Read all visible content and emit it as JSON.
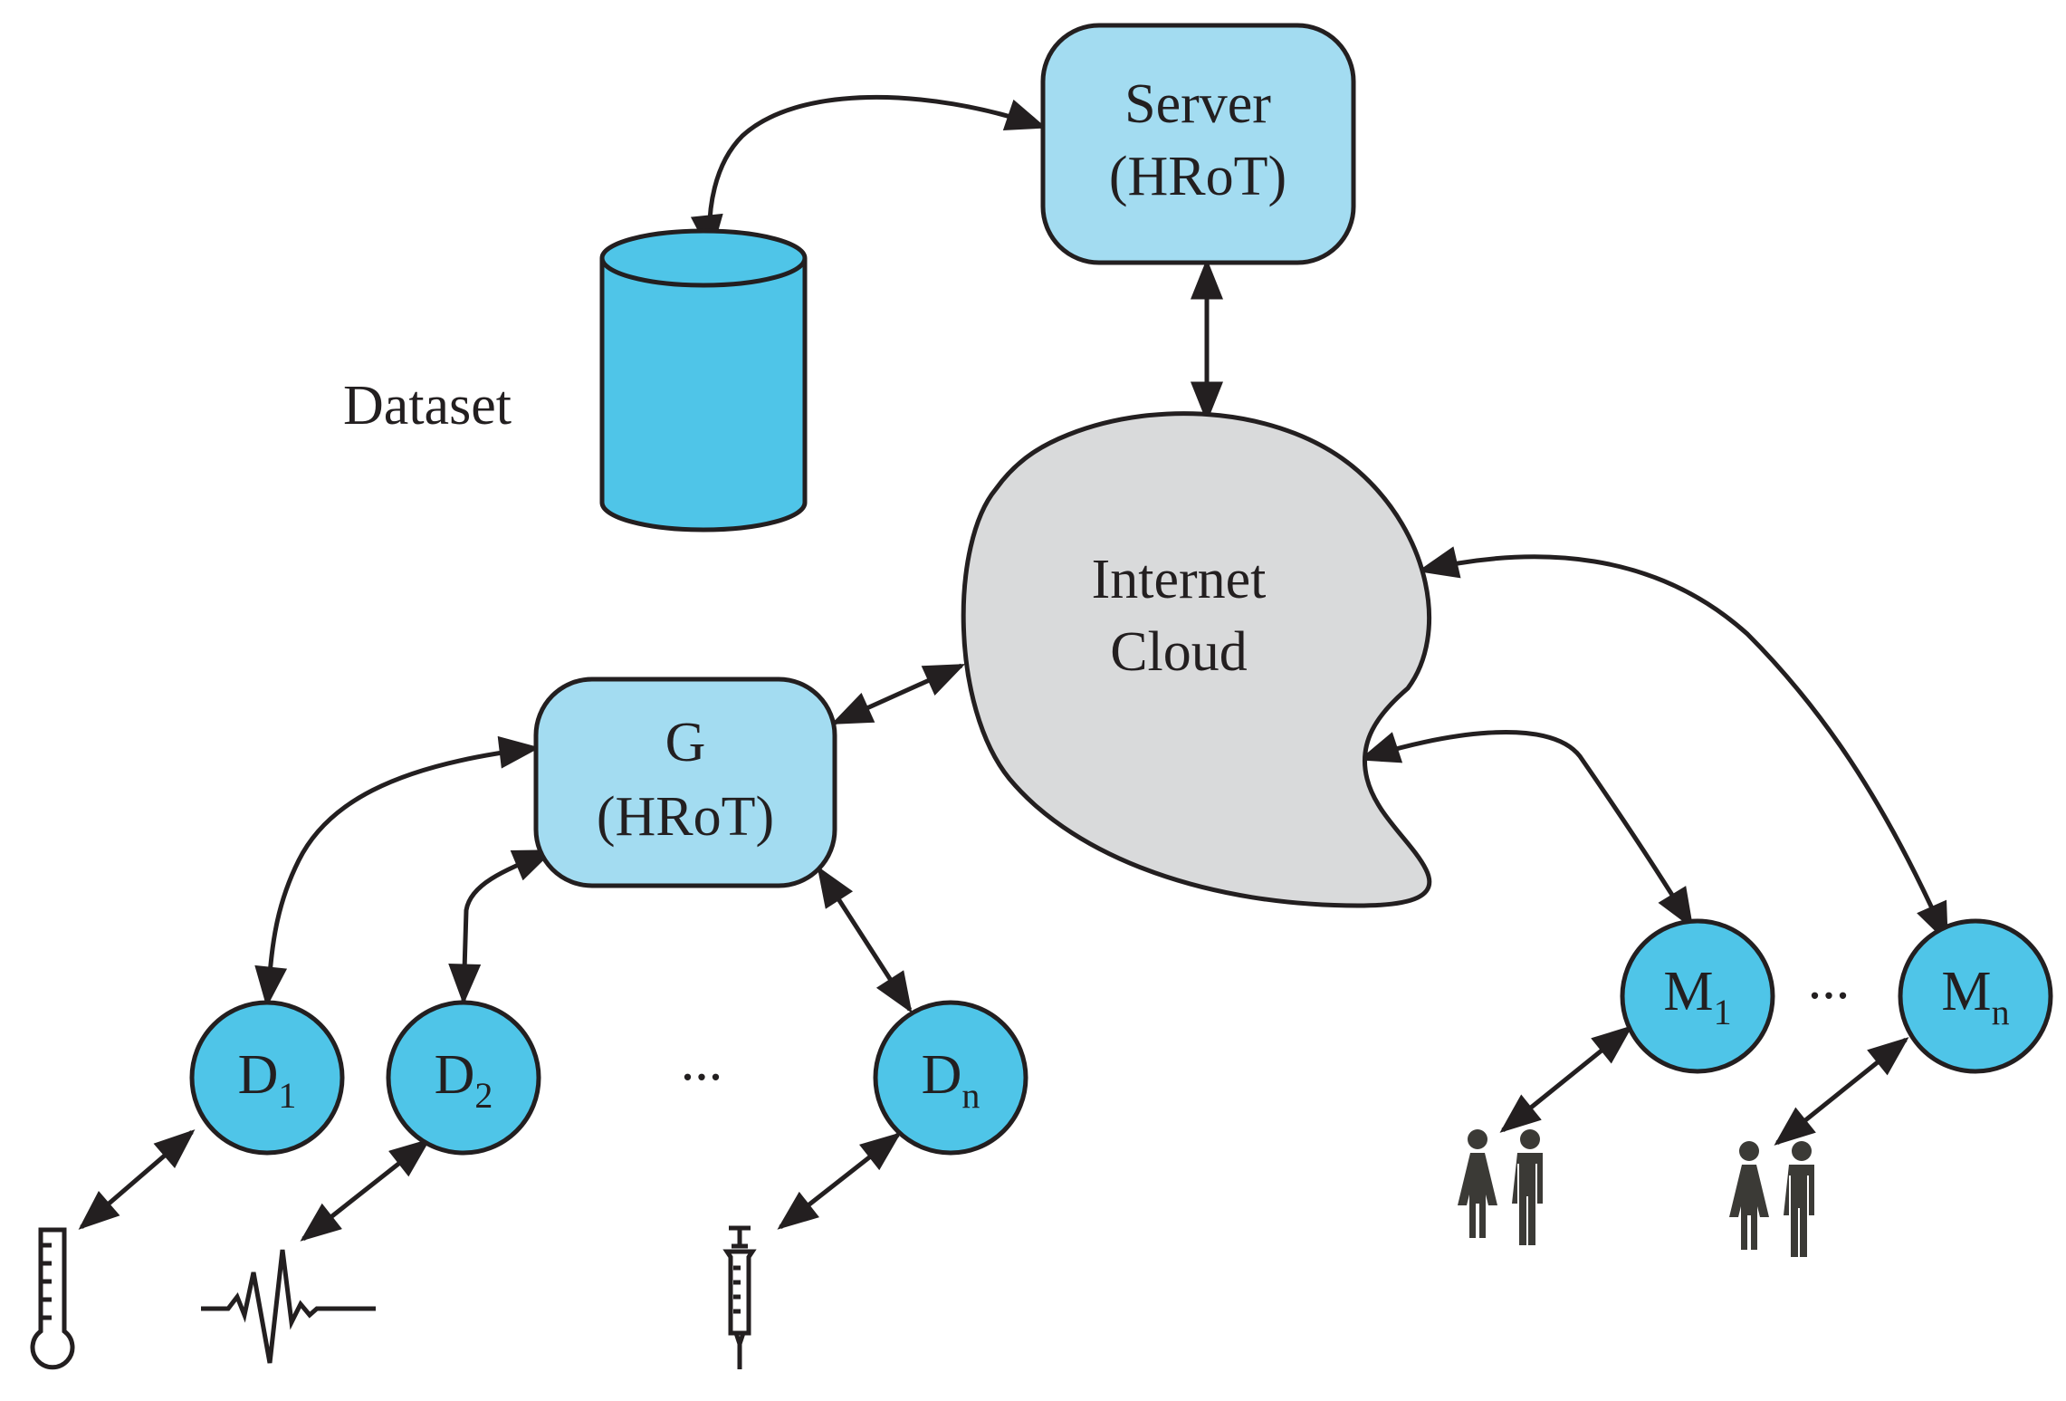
{
  "diagram": {
    "server": {
      "line1": "Server",
      "line2": "(HRoT)"
    },
    "dataset_label": "Dataset",
    "cloud": {
      "line1": "Internet",
      "line2": "Cloud"
    },
    "gateway": {
      "line1": "G",
      "line2": "(HRoT)"
    },
    "devices": [
      {
        "base": "D",
        "sub": "1"
      },
      {
        "base": "D",
        "sub": "2"
      },
      {
        "base": "D",
        "sub": "n"
      }
    ],
    "device_ellipsis": "...",
    "monitors": [
      {
        "base": "M",
        "sub": "1"
      },
      {
        "base": "M",
        "sub": "n"
      }
    ],
    "monitor_ellipsis": "...",
    "sensor_icons": [
      "thermometer-icon",
      "ecg-signal-icon",
      "syringe-icon"
    ],
    "people_icons": [
      "people-group-icon",
      "people-group-icon"
    ],
    "colors": {
      "box_fill": "#a3dcf1",
      "node_fill": "#4fc5e8",
      "cylinder_fill": "#4fc5e8",
      "cloud_fill": "#d9dadb",
      "stroke": "#231f20",
      "people": "#3b3a36"
    }
  }
}
